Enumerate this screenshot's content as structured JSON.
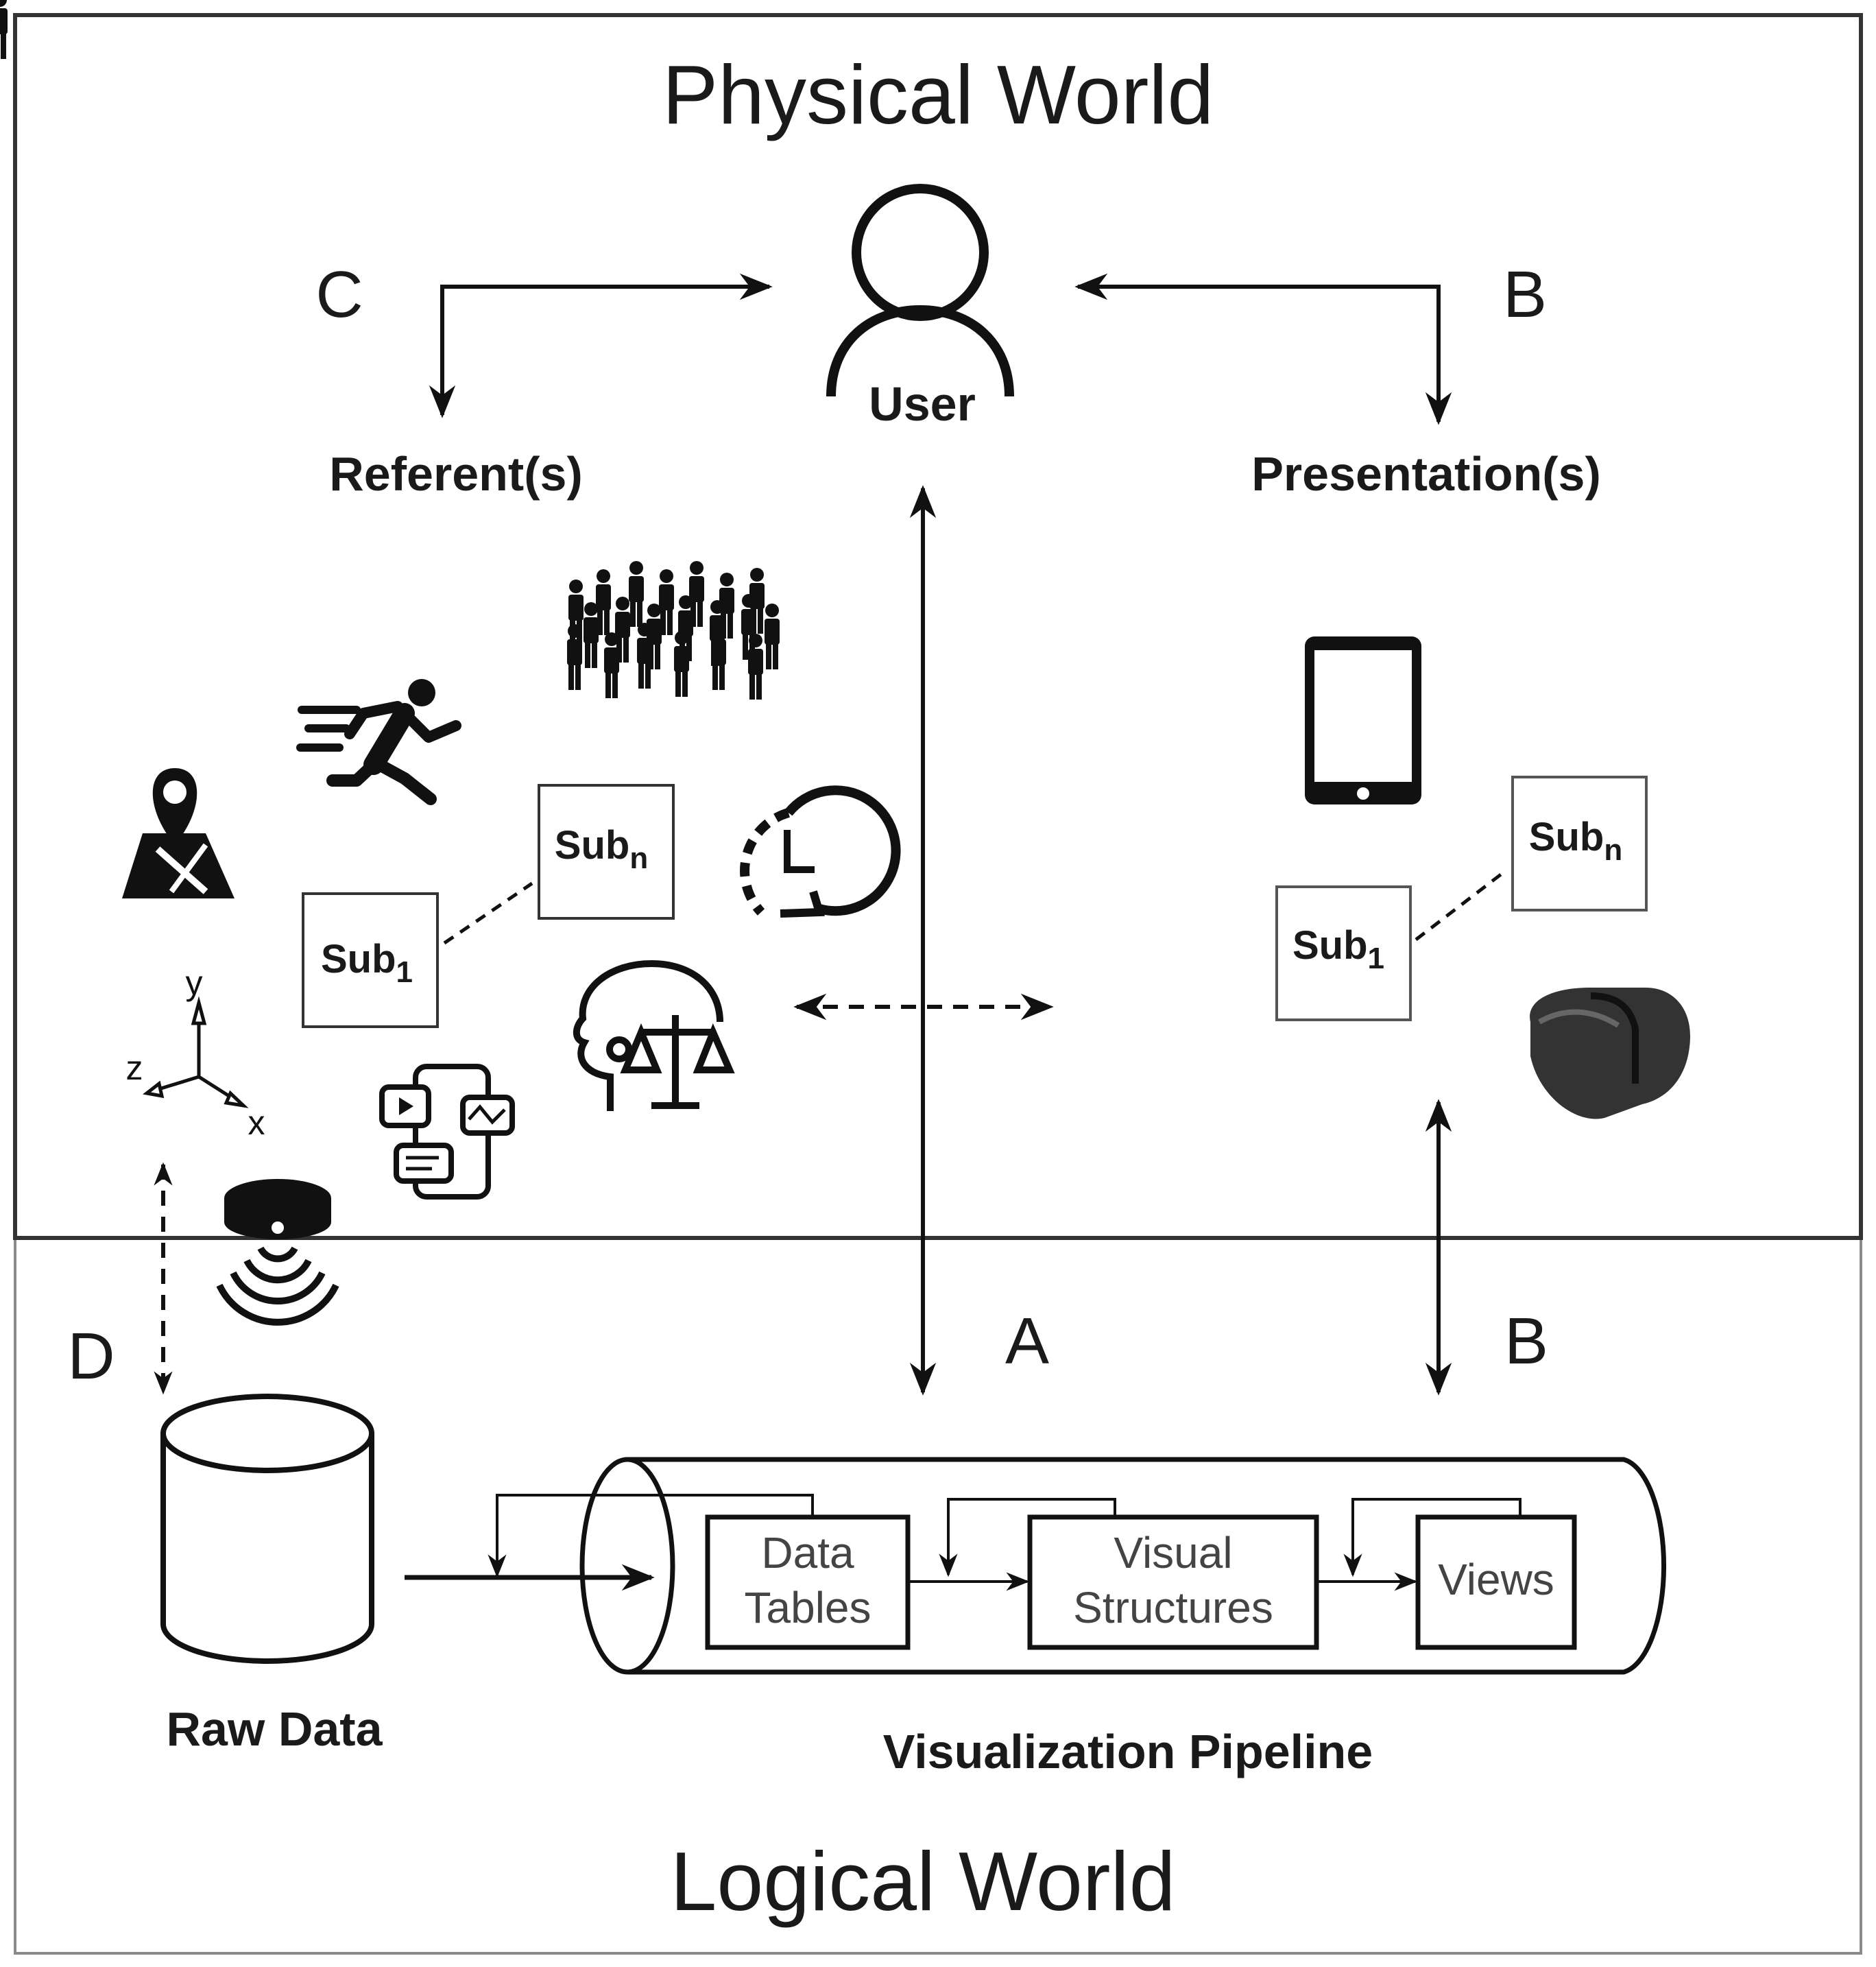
{
  "physical_world": {
    "title": "Physical World"
  },
  "logical_world": {
    "title": "Logical World"
  },
  "user": {
    "label": "User"
  },
  "referents": {
    "label": "Referent(s)"
  },
  "presentations": {
    "label": "Presentation(s)"
  },
  "markers": {
    "a": "A",
    "b_top": "B",
    "b_bottom": "B",
    "c": "C",
    "d": "D"
  },
  "sub_left": {
    "sub1": "Sub",
    "sub1_index": "1",
    "subn": "Sub",
    "subn_index": "n"
  },
  "sub_right": {
    "sub1": "Sub",
    "sub1_index": "1",
    "subn": "Sub",
    "subn_index": "n"
  },
  "axes": {
    "x": "x",
    "y": "y",
    "z": "z"
  },
  "raw_data": {
    "label": "Raw Data"
  },
  "pipeline": {
    "label": "Visualization Pipeline",
    "stage1_line1": "Data",
    "stage1_line2": "Tables",
    "stage2_line1": "Visual",
    "stage2_line2": "Structures",
    "stage3": "Views"
  },
  "icons": [
    "user-icon",
    "crowd-icon",
    "runner-icon",
    "map-pin-icon",
    "clock-icon",
    "axes-icon",
    "mobile-apps-icon",
    "ethics-head-icon",
    "sensor-icon",
    "tablet-icon",
    "vr-headset-icon",
    "database-icon"
  ]
}
